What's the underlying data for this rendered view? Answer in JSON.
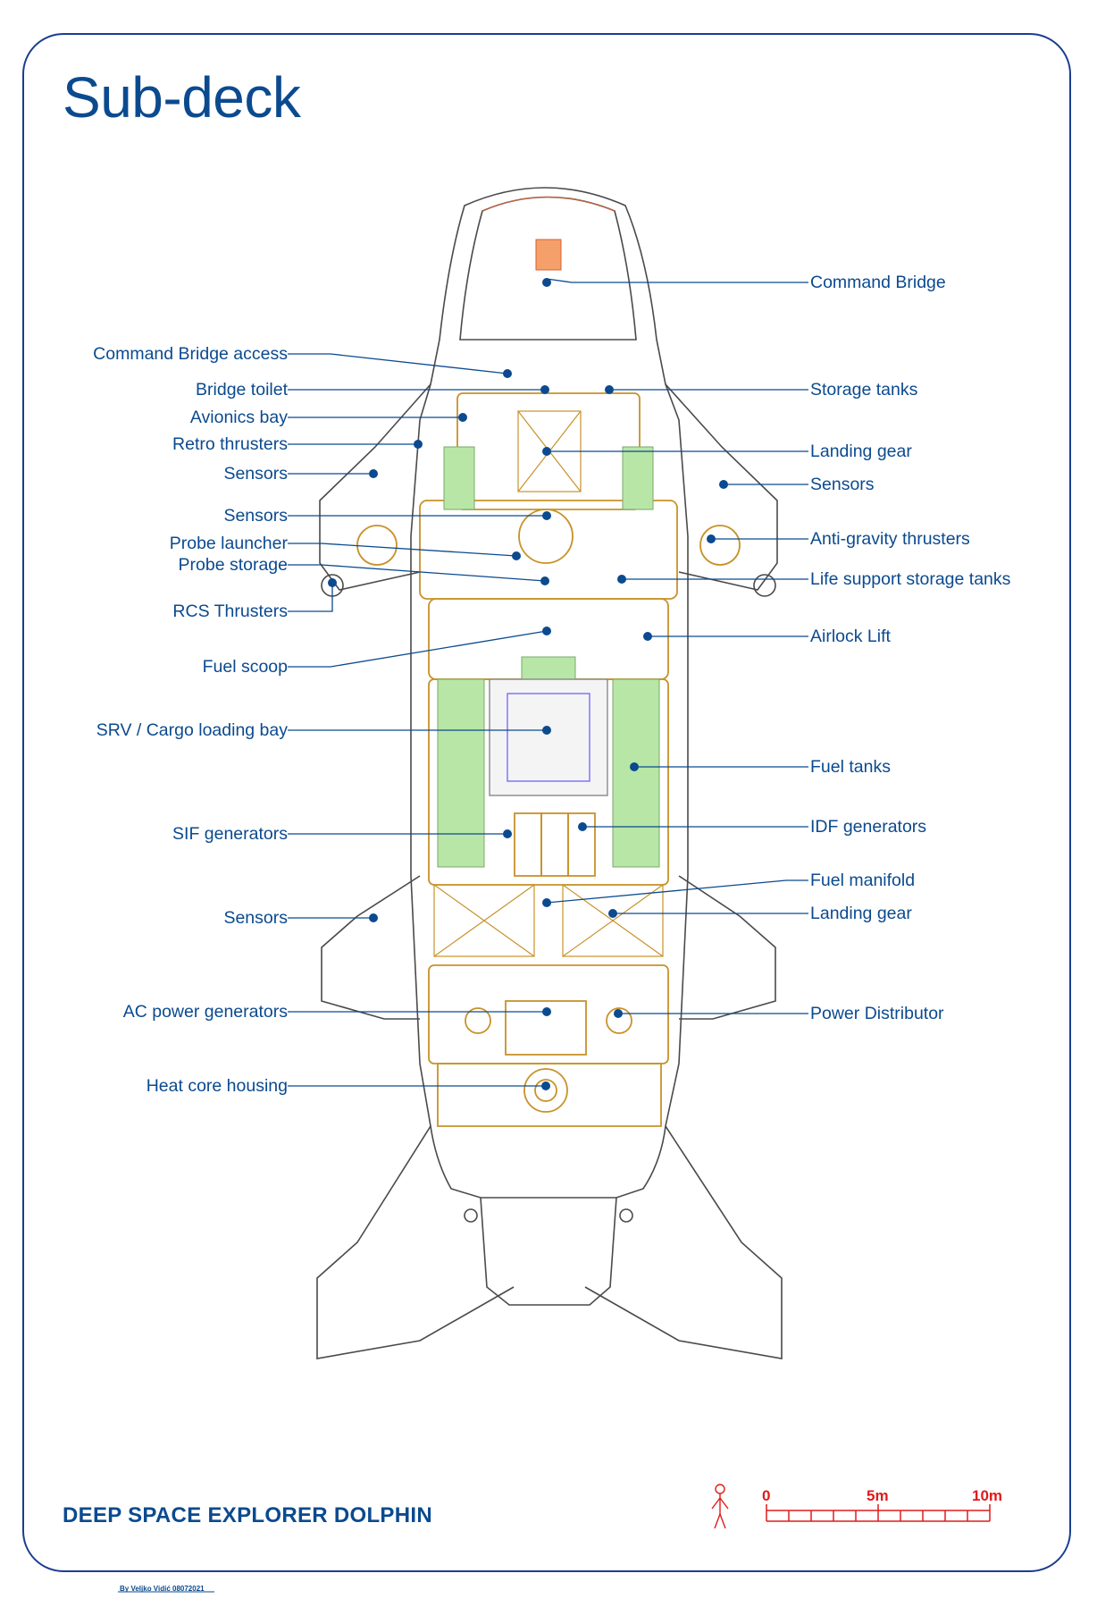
{
  "title": "Sub-deck",
  "footer": {
    "title": "DEEP SPACE EXPLORER DOLPHIN",
    "credit": "By Veljko Vidić 08072021"
  },
  "scale": {
    "labels": [
      "0",
      "5m",
      "10m"
    ]
  },
  "labels_left": [
    "Command Bridge access",
    "Bridge toilet",
    "Avionics bay",
    "Retro thrusters",
    "Sensors",
    "Sensors",
    "Probe launcher",
    "Probe storage",
    "RCS Thrusters",
    "Fuel scoop",
    "SRV / Cargo loading bay",
    "SIF generators",
    "Sensors",
    "AC power generators",
    "Heat core housing"
  ],
  "labels_right": [
    "Command Bridge",
    "Storage tanks",
    "Landing gear",
    "Sensors",
    "Anti-gravity thrusters",
    "Life support storage tanks",
    "Airlock Lift",
    "Fuel tanks",
    "IDF generators",
    "Fuel manifold",
    "Landing gear",
    "Power Distributor"
  ],
  "colors": {
    "accent": "#0b4a8f",
    "structure": "#c8922a",
    "tanks": "#b8e6a6",
    "scale": "#e01b1b",
    "outline": "#555555"
  }
}
